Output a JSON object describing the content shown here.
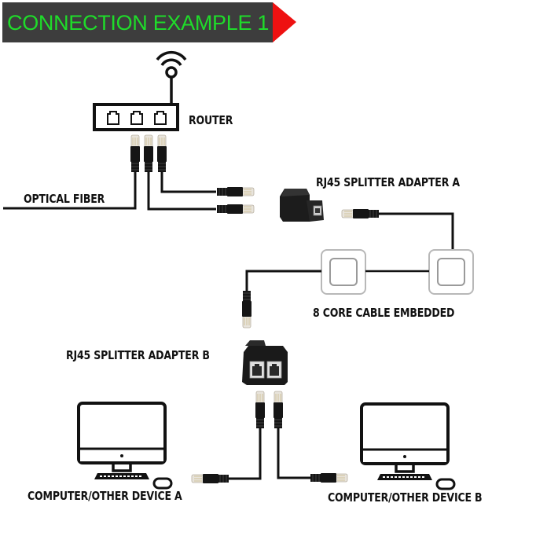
{
  "banner": {
    "title": "CONNECTION EXAMPLE 1",
    "background_color": "#3d3d3d",
    "text_color": "#1fdc2a",
    "arrow_color": "#ee1111"
  },
  "labels": {
    "router": "ROUTER",
    "optical_fiber": "OPTICAL FIBER",
    "splitter_a": "RJ45 SPLITTER ADAPTER A",
    "wall_plates": "8 CORE CABLE EMBEDDED",
    "splitter_b": "RJ45 SPLITTER ADAPTER B",
    "device_a": "COMPUTER/OTHER DEVICE A",
    "device_b": "COMPUTER/OTHER DEVICE B"
  },
  "icons": {
    "wifi": "wifi-icon",
    "router": "router-icon",
    "splitter": "rj45-splitter-icon",
    "wall_plate": "wall-plate-icon",
    "computer": "computer-monitor-icon",
    "keyboard": "keyboard-icon",
    "mouse": "mouse-icon",
    "plug": "rj45-plug-icon"
  }
}
